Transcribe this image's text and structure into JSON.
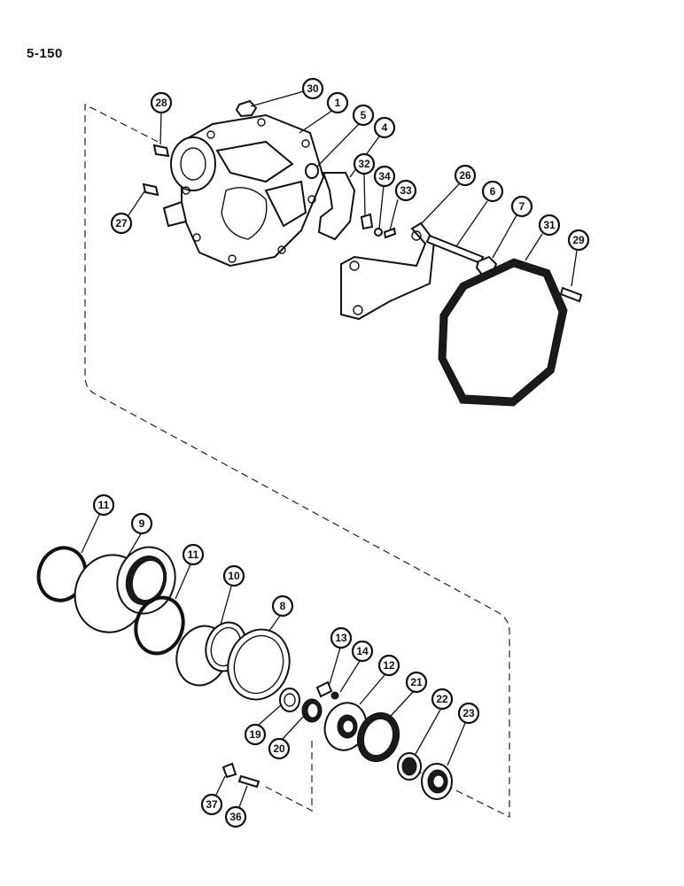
{
  "page_number": "5-150",
  "callouts": [
    {
      "id": "c30",
      "label": "30"
    },
    {
      "id": "c28",
      "label": "28"
    },
    {
      "id": "c1",
      "label": "1"
    },
    {
      "id": "c5",
      "label": "5"
    },
    {
      "id": "c4",
      "label": "4"
    },
    {
      "id": "c32",
      "label": "32"
    },
    {
      "id": "c34",
      "label": "34"
    },
    {
      "id": "c33",
      "label": "33"
    },
    {
      "id": "c26",
      "label": "26"
    },
    {
      "id": "c6",
      "label": "6"
    },
    {
      "id": "c7",
      "label": "7"
    },
    {
      "id": "c31",
      "label": "31"
    },
    {
      "id": "c29",
      "label": "29"
    },
    {
      "id": "c27",
      "label": "27"
    },
    {
      "id": "c11a",
      "label": "11"
    },
    {
      "id": "c9",
      "label": "9"
    },
    {
      "id": "c11b",
      "label": "11"
    },
    {
      "id": "c10",
      "label": "10"
    },
    {
      "id": "c8",
      "label": "8"
    },
    {
      "id": "c13",
      "label": "13"
    },
    {
      "id": "c14",
      "label": "14"
    },
    {
      "id": "c12",
      "label": "12"
    },
    {
      "id": "c21",
      "label": "21"
    },
    {
      "id": "c22",
      "label": "22"
    },
    {
      "id": "c23",
      "label": "23"
    },
    {
      "id": "c19",
      "label": "19"
    },
    {
      "id": "c20",
      "label": "20"
    },
    {
      "id": "c37",
      "label": "37"
    },
    {
      "id": "c36",
      "label": "36"
    }
  ]
}
